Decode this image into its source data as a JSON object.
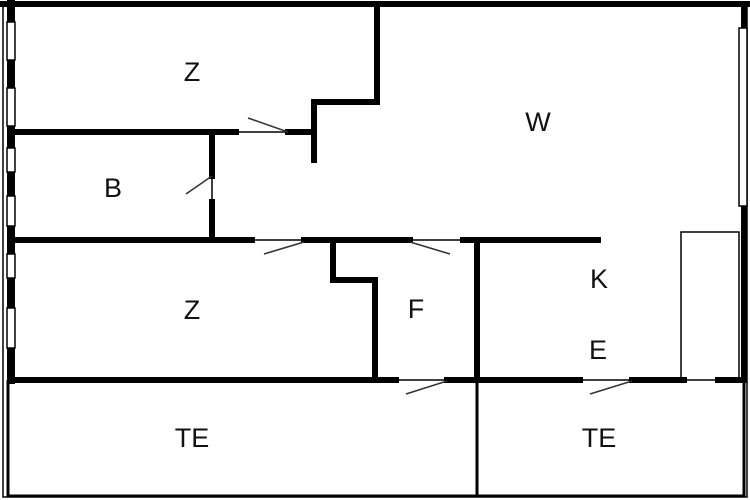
{
  "rooms": {
    "z_top": "Z",
    "b": "B",
    "w": "W",
    "z_bottom": "Z",
    "f": "F",
    "k": "K",
    "e": "E",
    "te_left": "TE",
    "te_right": "TE"
  }
}
